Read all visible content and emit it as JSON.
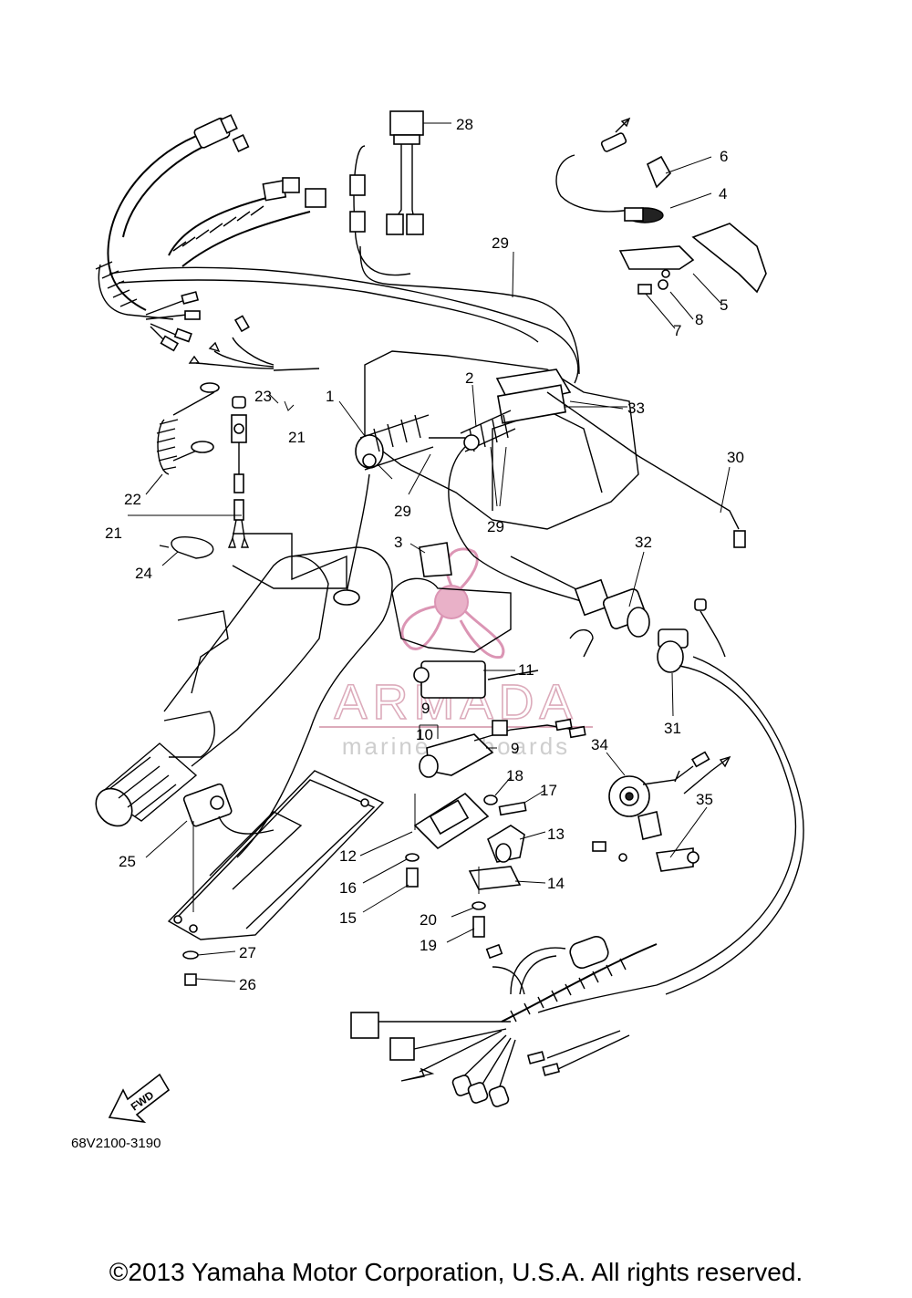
{
  "diagram": {
    "drawing_code": "68V2100-3190",
    "direction_label": "FWD",
    "watermark": {
      "brand": "ARMADA",
      "tagline": "marine outboards"
    },
    "callouts": [
      "1",
      "2",
      "3",
      "4",
      "5",
      "6",
      "7",
      "8",
      "9",
      "9",
      "10",
      "11",
      "12",
      "13",
      "14",
      "15",
      "16",
      "17",
      "18",
      "19",
      "20",
      "21",
      "21",
      "22",
      "23",
      "24",
      "25",
      "26",
      "27",
      "28",
      "29",
      "29",
      "29",
      "30",
      "31",
      "32",
      "33",
      "34",
      "35"
    ]
  },
  "footer": {
    "copyright": "©2013 Yamaha Motor Corporation, U.S.A. All rights reserved."
  },
  "colors": {
    "line": "#000000",
    "watermark_pink": "#e7a9c3",
    "background": "#ffffff"
  }
}
